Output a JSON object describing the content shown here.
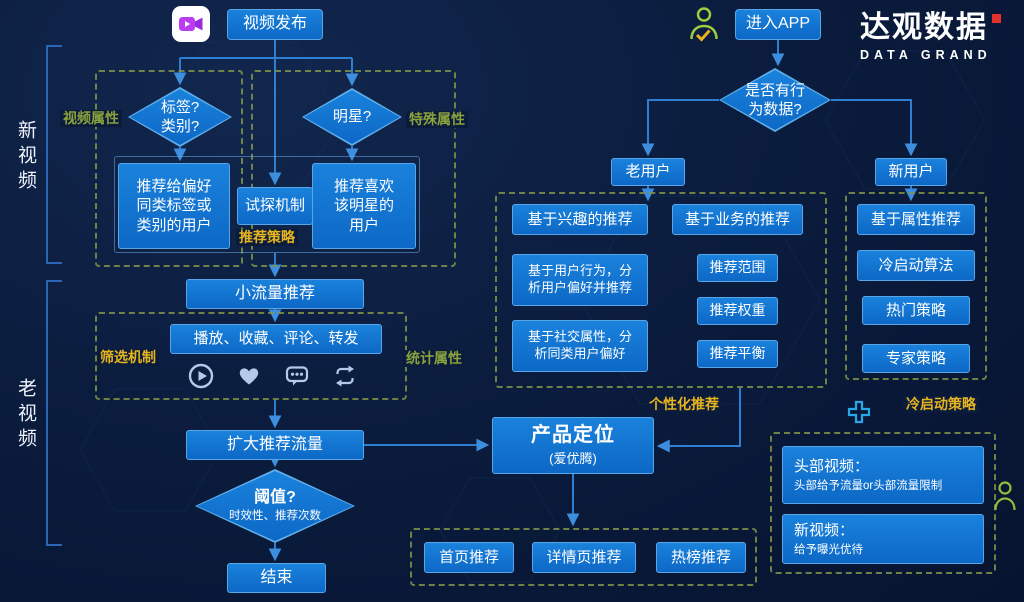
{
  "colors": {
    "background": "#0a1b3c",
    "node_blue": "#0f72d2",
    "node_border": "#58a6e8",
    "wire_blue": "#2e7fd2",
    "accent_yellow": "#e6b41e",
    "accent_green": "#8aa23d",
    "dashed_olive": "#829448",
    "logo_red": "#e5312b",
    "icon_purple": "#bb3df0",
    "icon_green": "#9ccc3f"
  },
  "header": {
    "video_publish_label": "视频发布",
    "enter_app_label": "进入APP",
    "logo_title": "达观数据",
    "logo_subtitle": "DATA GRAND"
  },
  "side": {
    "new_video_label": "新视频",
    "old_video_label": "老视频"
  },
  "icons": {
    "publish": "video-camera-icon",
    "app_entry": "user-check-icon",
    "metrics": [
      "play-circle-icon",
      "heart-icon",
      "comment-icon",
      "repeat-icon"
    ],
    "cold_start": "plus-icon",
    "operations": "person-icon"
  },
  "video_flow": {
    "video_attr_label": "视频属性",
    "special_attr_label": "特殊属性",
    "decision_tag": "标签?\n类别?",
    "decision_star": "明星?",
    "rec_pref_users": "推荐给偏好\n同类标签或\n类别的用户",
    "probe_mechanism": "试探机制",
    "rec_star_fans": "推荐喜欢\n该明星的\n用户",
    "rec_strategy_label": "推荐策略",
    "small_traffic_rec": "小流量推荐",
    "filter_label": "筛选机制",
    "stats_label": "统计属性",
    "metrics_text": "播放、收藏、评论、转发",
    "expand_traffic": "扩大推荐流量",
    "threshold_title": "阈值?",
    "threshold_sub": "时效性、推荐次数",
    "end_label": "结束"
  },
  "user_flow": {
    "decision_behavior": "是否有行\n为数据?",
    "old_user": "老用户",
    "new_user": "新用户",
    "interest_rec": "基于兴趣的推荐",
    "business_rec": "基于业务的推荐",
    "behavior_based": "基于用户行为，分\n析用户偏好并推荐",
    "social_based": "基于社交属性，分\n析同类用户偏好",
    "rec_scope": "推荐范围",
    "rec_weight": "推荐权重",
    "rec_balance": "推荐平衡",
    "personalized_label": "个性化推荐",
    "attr_rec": "基于属性推荐",
    "cold_start_algo": "冷启动算法",
    "hot_strategy": "热门策略",
    "expert_strategy": "专家策略",
    "cold_start_label": "冷启动策略",
    "product_title": "产品定位",
    "product_sub": "(爱优腾)",
    "home_rec": "首页推荐",
    "detail_rec": "详情页推荐",
    "hot_list_rec": "热榜推荐",
    "head_video_title": "头部视频：",
    "head_video_desc": "头部给予流量or头部流量限制",
    "new_video_title": "新视频：",
    "new_video_desc": "给予曝光优待"
  }
}
